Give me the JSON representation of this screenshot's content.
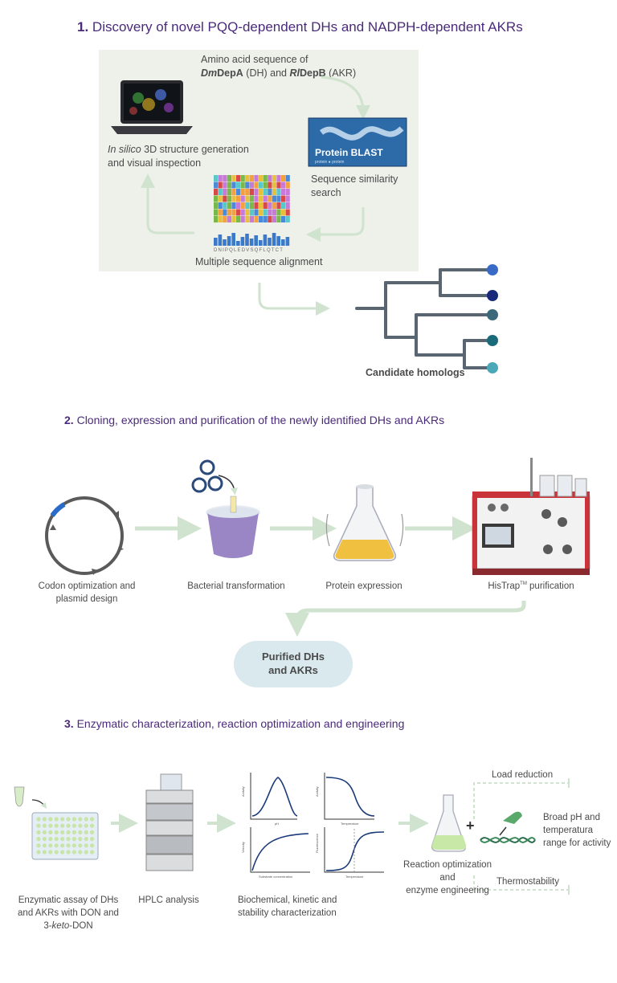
{
  "section1": {
    "number": "1.",
    "title": "Discovery of novel PQQ-dependent DHs and NADPH-dependent AKRs",
    "amino_line1": "Amino acid sequence of",
    "dm_italic": "Dm",
    "depA": "DepA",
    "dh_text": " (DH) and ",
    "rl_italic": "Rl",
    "depB": "DepB",
    "akr_text": " (AKR)",
    "insilico_italic": "In silico",
    "insilico_rest": " 3D structure generation",
    "insilico_line2": "and visual inspection",
    "blast_label": "Protein BLAST",
    "blast_sub": "protein ● protein",
    "similarity_line1": "Sequence similarity",
    "similarity_line2": "search",
    "alignment_seq": "DNIPQLEDVSQFLQTCT",
    "msa_label": "Multiple sequence alignment",
    "candidate_label": "Candidate homologs"
  },
  "section2": {
    "number": "2.",
    "title": "Cloning, expression and purification of the newly identified DHs and AKRs",
    "codon_line1": "Codon optimization and",
    "codon_line2": "plasmid design",
    "bacterial": "Bacterial transformation",
    "protein_expr": "Protein expression",
    "histrap": "HisTrap",
    "tm": "TM",
    "histrap_rest": " purification",
    "purified_line1": "Purified DHs",
    "purified_line2": "and AKRs"
  },
  "section3": {
    "number": "3.",
    "title": "Enzymatic characterization, reaction optimization and engineering",
    "assay_line1": "Enzymatic assay of DHs",
    "assay_line2": "and AKRs with DON and",
    "assay_line3_num": "3-",
    "assay_line3_italic": "keto",
    "assay_line3_rest": "-DON",
    "hplc": "HPLC analysis",
    "biochem_line1": "Biochemical, kinetic and",
    "biochem_line2": "stability characterization",
    "reaction_line1": "Reaction optimization and",
    "reaction_line2": "enzyme engineering",
    "load_reduction": "Load reduction",
    "broad_line1": "Broad pH and",
    "broad_line2": "temperatura",
    "broad_line3": "range for activity",
    "thermostability": "Thermostability",
    "plus": "+",
    "plot_labels": {
      "activity": "Activity",
      "ph": "pH",
      "temperature": "Temperature",
      "velocity": "Velocity",
      "substrate": "Substrate concentration",
      "fluorescence": "Fluorescence"
    }
  },
  "colors": {
    "title": "#4a2a7a",
    "arrow": "#cfe3cf",
    "panel": "#eef1ea",
    "pill": "#d9e9ee",
    "tree": "#5a6572"
  }
}
